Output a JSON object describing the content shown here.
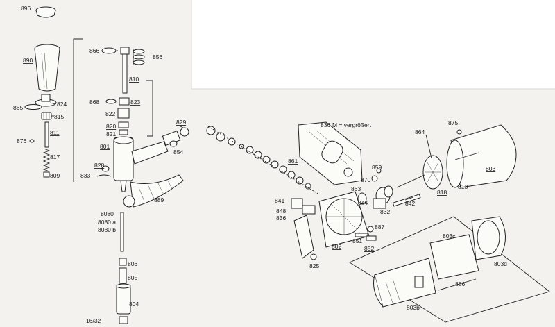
{
  "figure": {
    "note": "M = vergrößert",
    "labels": {
      "p896": "896",
      "p890": "890",
      "p865": "865",
      "p824": "824",
      "p815": "815",
      "p811": "811",
      "p876": "876",
      "p817": "817",
      "p809": "809",
      "p866": "866",
      "p856": "856",
      "p810": "810",
      "p868": "868",
      "p823": "823",
      "p822": "822",
      "p820": "820",
      "p821": "821",
      "p829": "829",
      "p801": "801",
      "p854": "854",
      "p828": "828",
      "p833": "833",
      "p889": "889",
      "p8080": "8080",
      "p8080a": "8080 a",
      "p8080b": "8080 b",
      "p806": "806",
      "p805": "805",
      "p804": "804",
      "p1632": "16/32",
      "p836a": "836",
      "p861": "861",
      "p864": "864",
      "p875": "875",
      "p803": "803",
      "p859": "859",
      "p870": "870",
      "p863": "863",
      "p818": "818",
      "p813": "813",
      "p841": "841",
      "p844": "844",
      "p842": "842",
      "p848": "848",
      "p836b": "836",
      "p832": "832",
      "p887": "887",
      "p802": "802",
      "p851": "851",
      "p852": "852",
      "p825": "825",
      "p803c": "803c",
      "p803d": "803d",
      "p886": "886",
      "p803b": "803b"
    }
  }
}
